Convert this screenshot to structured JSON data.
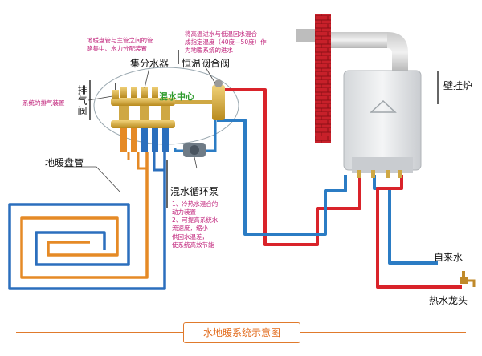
{
  "labels": {
    "manifold": "集分水器",
    "thermostat_valve": "恒温阀合阀",
    "boiler": "壁挂炉",
    "floor_pipe": "地暖盘管",
    "pump": "混水循环泵",
    "exhaust": "排气阀",
    "mixing_center": "混水中心",
    "tap_water": "自来水",
    "hot_tap": "热水龙头"
  },
  "notes": {
    "manifold_note": [
      "地暖盘管与主管之间的管",
      "路集中、水力分配装置"
    ],
    "valve_note": [
      "将高温进水与低温回水混合",
      "成指定温度（40度—50度）作",
      "为地暖系统的进水"
    ],
    "exhaust_note": "系统的排气装置",
    "pump_note": [
      "1、冷热水混合的",
      "   动力装置",
      "2、可提高系统水",
      "   流速度，缩小",
      "   供回水温差，",
      "   使系统高效节能"
    ]
  },
  "caption": "水地暖系统示意图",
  "colors": {
    "hot_pipe": "#d9232a",
    "cold_pipe": "#2b7cc4",
    "floor_pipe_outer": "#2b6fbd",
    "floor_pipe_inner": "#e58a26",
    "chimney": "#c8202a",
    "note_text": "#c0227a",
    "caption_accent": "#e26a1a"
  }
}
